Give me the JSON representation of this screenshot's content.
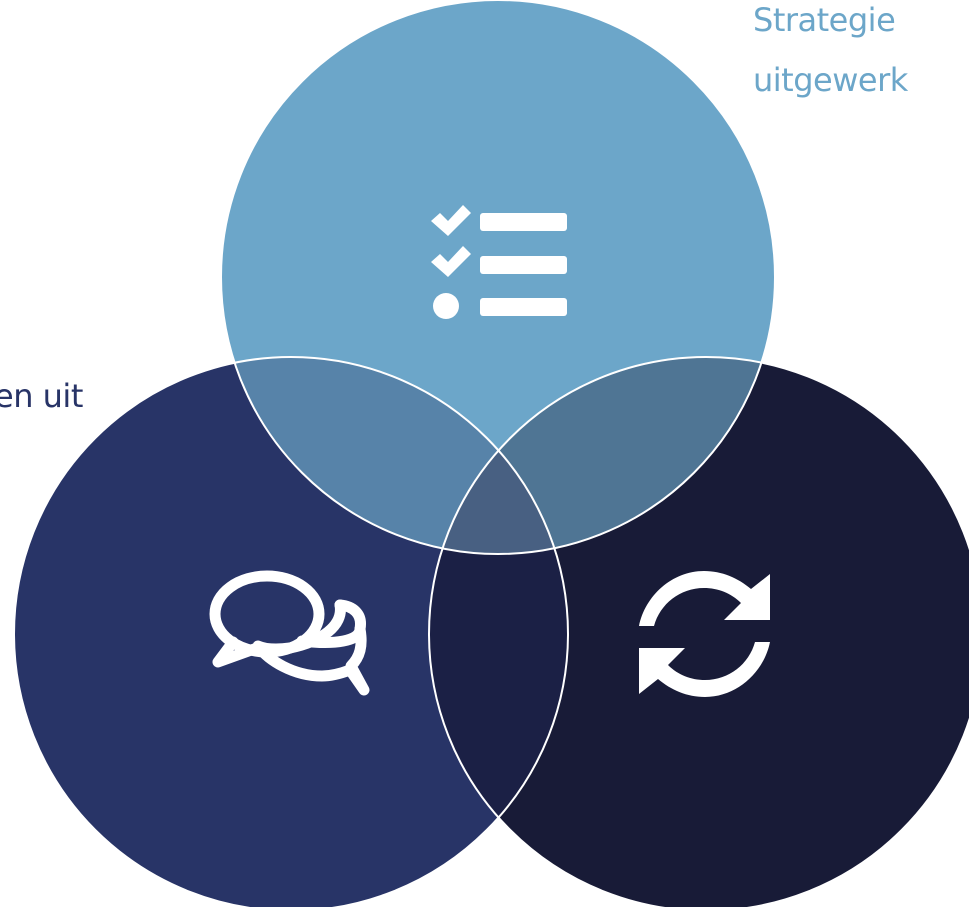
{
  "labels": {
    "strategy_line1": "Strategie",
    "strategy_line2": "uitgewerk",
    "discussion_line": "en uit"
  },
  "colors": {
    "background": "#ffffff",
    "circle_top": "#6ca6c9",
    "circle_left": "#283467",
    "circle_right": "#181b37",
    "overlap_top_left": "#5783a9",
    "overlap_top_right": "#4f7594",
    "overlap_left_right": "#1b2045",
    "overlap_center": "#486082",
    "outline": "#ffffff",
    "label_strategy": "#6ca6c9",
    "label_discussion": "#283467",
    "icon": "#ffffff"
  },
  "icons": {
    "top": "checklist-icon",
    "left": "chat-bubbles-icon",
    "right": "refresh-cycle-icon"
  }
}
